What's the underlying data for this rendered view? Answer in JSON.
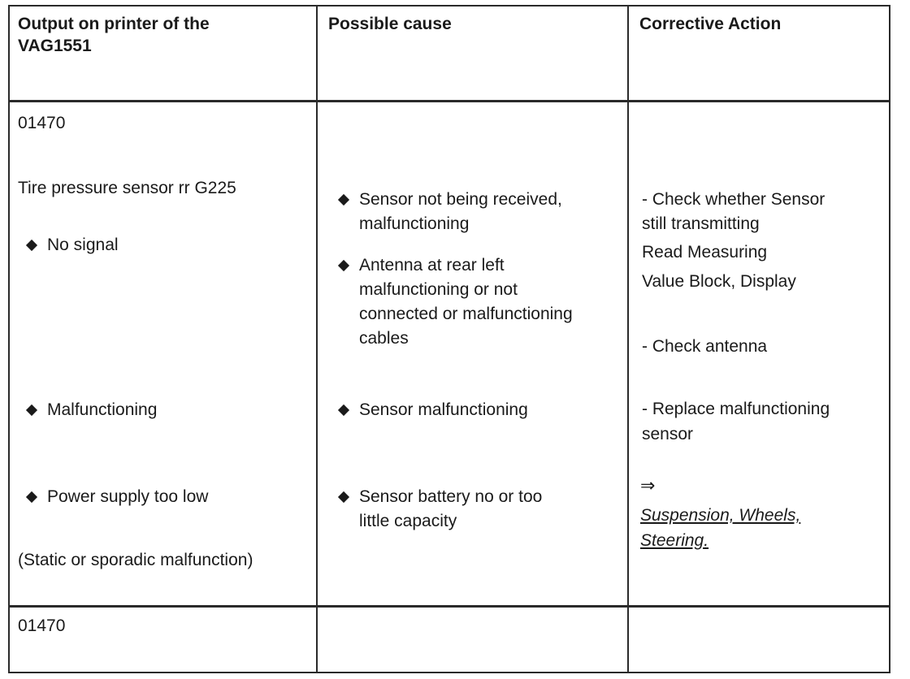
{
  "headers": {
    "output_line1": "Output on printer of the",
    "output_line2": "VAG1551",
    "cause": "Possible cause",
    "action": "Corrective Action"
  },
  "row1": {
    "code": "01470",
    "sensor": "Tire pressure sensor rr G225",
    "symptoms": [
      "No signal",
      "Malfunctioning",
      "Power supply too low"
    ],
    "note": "(Static or sporadic malfunction)",
    "causes": [
      [
        "Sensor not being received,",
        "malfunctioning"
      ],
      [
        "Antenna at rear left",
        "malfunctioning or not",
        "connected or malfunctioning",
        "cables"
      ],
      [
        "Sensor malfunctioning"
      ],
      [
        "Sensor battery no or too",
        "little capacity"
      ]
    ],
    "actions": {
      "check_sensor": [
        "- Check whether Sensor",
        "still transmitting",
        "Read Measuring",
        "Value Block, Display"
      ],
      "check_antenna": "- Check antenna",
      "replace": [
        "- Replace malfunctioning",
        "sensor"
      ],
      "arrow": "⇒",
      "link": [
        "Suspension, Wheels,",
        "Steering."
      ]
    }
  },
  "row2": {
    "code": "01470"
  }
}
